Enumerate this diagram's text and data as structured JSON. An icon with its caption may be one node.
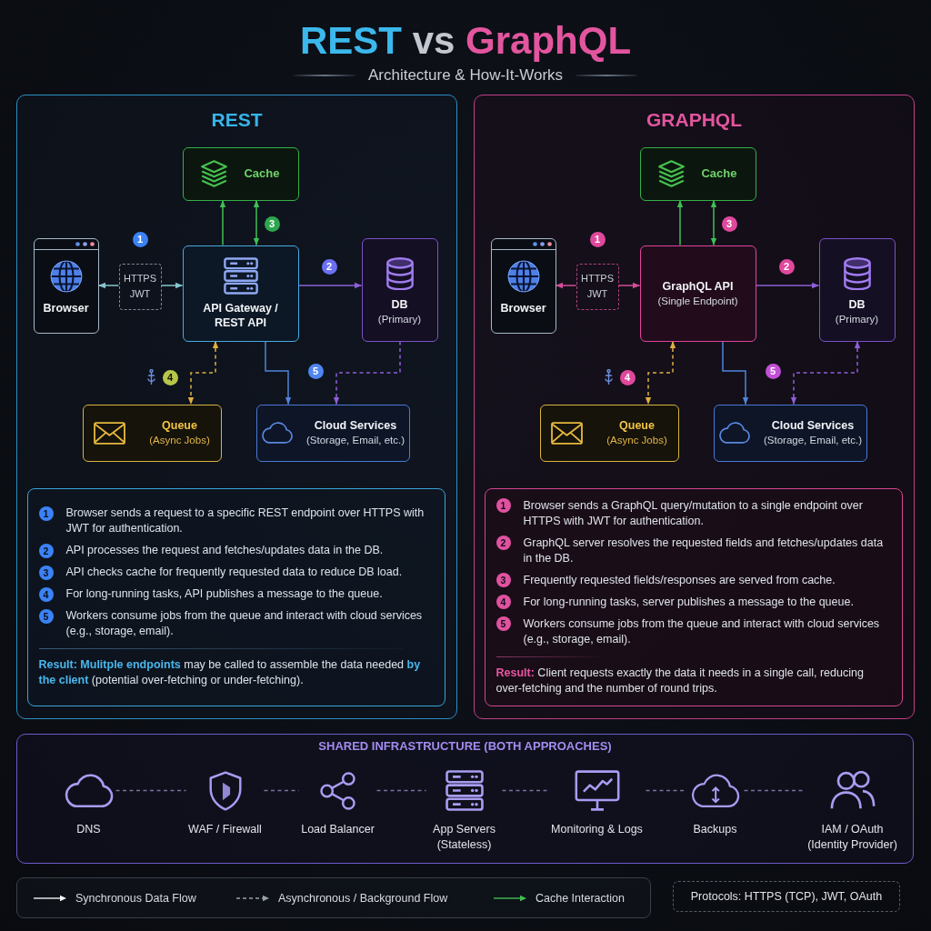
{
  "diagram": {
    "title": "REST vs GraphQL",
    "nodes": [
      {
        "text": [
          "REST"
        ]
      },
      {
        "text": [
          "Cache"
        ],
        "in": 0
      },
      {
        "text": [
          "Browser"
        ],
        "in": 0
      },
      {
        "text": [
          "HTTPS JWT"
        ],
        "in": 0
      },
      {
        "text": [
          "API Gateway / REST API"
        ],
        "in": 0
      },
      {
        "text": [
          "DB",
          "(Primary)"
        ],
        "in": 0
      },
      {
        "text": [
          "Queue",
          "(Async Jobs)"
        ],
        "in": 0
      },
      {
        "text": [
          "Cloud Services",
          "(Storage, Email, etc.)"
        ],
        "in": 0
      },
      {
        "text": [
          "1",
          "Browser sends a request to a specific REST endpoint over HTTPS with JWT for authentication.",
          "2",
          "API processes the request and fetches/updates data in the DB.",
          "3",
          "API checks cache for frequently requested data to reduce DB load.",
          "4",
          "For long-running tasks, API publishes a message to the queue.",
          "5",
          "Workers consume jobs from the queue and interact with cloud services (e.g., storage, email).",
          "**Result: Mulitple endpoints** may be called to assemble the data needed **by the client** (potential over-fetching or under-fetching)."
        ],
        "in": 0
      },
      {
        "text": [
          "GRAPHQL"
        ]
      },
      {
        "text": [
          "Cache"
        ],
        "in": 9
      },
      {
        "text": [
          "Browser"
        ],
        "in": 9
      },
      {
        "text": [
          "HTTPS JWT"
        ],
        "in": 9
      },
      {
        "text": [
          "GraphQL API",
          "(Single Endpoint)"
        ],
        "in": 9
      },
      {
        "text": [
          "DB",
          "(Primary)"
        ],
        "in": 9
      },
      {
        "text": [
          "Queue",
          "(Async Jobs)"
        ],
        "in": 9
      },
      {
        "text": [
          "Cloud Services",
          "(Storage, Email, etc.)"
        ],
        "in": 9
      },
      {
        "text": [
          "1",
          "Browser sends a GraphQL query/mutation to a single endpoint over HTTPS with JWT for authentication.",
          "2",
          "GraphQL server resolves the requested fields and fetches/updates data in the DB.",
          "3",
          "Frequently requested fields/responses are served from cache.",
          "4",
          "For long-running tasks, server publishes a message to the queue.",
          "5",
          "Workers consume jobs from the queue and interact with cloud services (e.g., storage, email).",
          "**Result:** Client requests exactly the data it needs in a single call, reducing over-fetching and the number of round trips."
        ],
        "in": 9
      },
      {
        "text": [
          "SHARED INFRASTRUCTURE (BOTH APPROACHES)"
        ]
      },
      {
        "text": [
          "DNS"
        ],
        "in": 18
      },
      {
        "text": [
          "WAF / Firewall"
        ],
        "in": 18
      },
      {
        "text": [
          "Load Balancer"
        ],
        "in": 18
      },
      {
        "text": [
          "App Servers (Stateless)"
        ],
        "in": 18
      },
      {
        "text": [
          "Monitoring & Logs"
        ],
        "in": 18
      },
      {
        "text": [
          "Backups"
        ],
        "in": 18
      },
      {
        "text": [
          "IAM / OAuth (Identity Provider)"
        ],
        "in": 18
      },
      {
        "text": [
          "Protocols: HTTPS (TCP), JWT, OAuth"
        ]
      }
    ],
    "edges": [
      {
        "from": 3,
        "to": 2,
        "arrow": "to",
        "color": "#86c7cc"
      },
      {
        "from": 3,
        "to": 4,
        "arrow": "to",
        "color": "#86c7cc"
      },
      {
        "from": 4,
        "to": 1,
        "arrow": "to",
        "color": "#3fbf55"
      },
      {
        "from": 4,
        "to": 1,
        "arrow": "both",
        "color": "#3fbf55"
      },
      {
        "from": 4,
        "to": 5,
        "arrow": "to",
        "color": "#8e5fd8"
      },
      {
        "from": 4,
        "to": 6,
        "arrow": "both",
        "style": "dashed",
        "color": "#e0b040"
      },
      {
        "from": 4,
        "to": 7,
        "arrow": "to",
        "color": "#4f84dc"
      },
      {
        "from": 5,
        "to": 7,
        "arrow": "to",
        "style": "dashed",
        "color": "#8e5fd8"
      },
      {
        "from": 12,
        "to": 11,
        "arrow": "to",
        "color": "#d24d98"
      },
      {
        "from": 12,
        "to": 13,
        "arrow": "to",
        "color": "#d24d98"
      },
      {
        "from": 13,
        "to": 10,
        "arrow": "to",
        "color": "#3fbf55"
      },
      {
        "from": 13,
        "to": 10,
        "arrow": "both",
        "color": "#3fbf55"
      },
      {
        "from": 13,
        "to": 14,
        "arrow": "to",
        "color": "#8e5fd8"
      },
      {
        "from": 13,
        "to": 15,
        "arrow": "both",
        "style": "dashed",
        "color": "#e0b040"
      },
      {
        "from": 13,
        "to": 16,
        "arrow": "to",
        "color": "#4f84dc"
      },
      {
        "from": 14,
        "to": 16,
        "arrow": "both",
        "style": "dashed",
        "color": "#8e5fd8"
      },
      {
        "from": 19,
        "to": 20,
        "arrow": "none",
        "style": "dashed"
      },
      {
        "from": 20,
        "to": 21,
        "arrow": "none",
        "style": "dashed"
      },
      {
        "from": 21,
        "to": 22,
        "arrow": "none",
        "style": "dashed"
      },
      {
        "from": 22,
        "to": 23,
        "arrow": "none",
        "style": "dashed"
      },
      {
        "from": 23,
        "to": 24,
        "arrow": "none",
        "style": "dashed"
      },
      {
        "from": 24,
        "to": 25,
        "arrow": "none",
        "style": "dashed"
      }
    ],
    "labels": [
      "Architecture & How-It-Works",
      "3",
      "1",
      "2",
      "4",
      "5",
      "3",
      "1",
      "2",
      "4",
      "5"
    ],
    "legend": [
      {
        "text": "Synchronous Data Flow"
      },
      {
        "text": "Asynchronous / Background Flow"
      },
      {
        "text": "Cache Interaction"
      }
    ]
  }
}
